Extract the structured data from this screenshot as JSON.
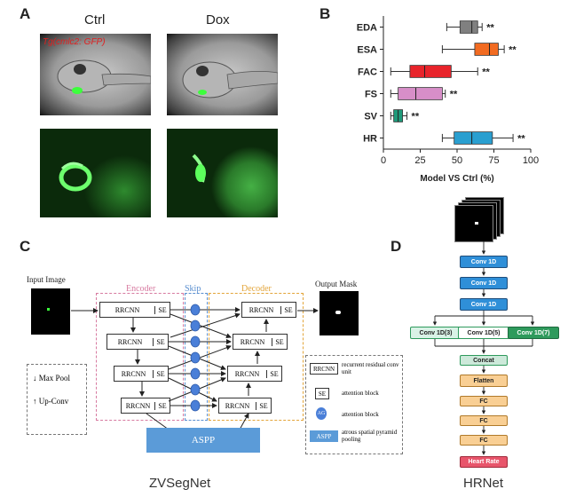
{
  "panels": {
    "a": "A",
    "b": "B",
    "c": "C",
    "d": "D"
  },
  "panel_a": {
    "col1": "Ctrl",
    "col2": "Dox",
    "transgene_label": "Tg(cmlc2: GFP)"
  },
  "panel_c": {
    "input_image": "Input Image",
    "output_mask": "Output Mask",
    "encoder": "Encoder",
    "skip": "Skip",
    "decoder": "Decoder",
    "rrcnn": "RRCNN",
    "se": "SE",
    "aspp": "ASPP",
    "ag": "AG",
    "legend_left": {
      "max_pool": "Max Pool",
      "up_conv": "Up-Conv"
    },
    "legend_right": {
      "rrcnn_desc": "recurrent residual conv unit",
      "se_desc": "attention block",
      "ag_desc": "attention block",
      "aspp_desc": "atrous spatial pyramid pooling"
    },
    "caption": "ZVSegNet"
  },
  "panel_d": {
    "layers": [
      "Conv 1D",
      "Conv 1D",
      "Conv 1D"
    ],
    "branches": [
      "Conv 1D(3)",
      "Conv 1D(5)",
      "Conv 1D(7)"
    ],
    "concat": "Concat",
    "flatten": "Flatten",
    "fc": [
      "FC",
      "FC",
      "FC"
    ],
    "output": "Heart Rate",
    "caption": "HRNet",
    "colors": {
      "conv": "#2f8fd8",
      "branch_light": "#d9f2e6",
      "branch_dark": "#2e9a5c",
      "concat": "#cde9da",
      "fc": "#f9cf94",
      "output": "#e8556b"
    }
  },
  "chart_data": {
    "type": "box",
    "orientation": "horizontal",
    "categories": [
      "EDA",
      "ESA",
      "FAC",
      "FS",
      "SV",
      "HR"
    ],
    "xlabel": "Model VS Ctrl (%)",
    "xlim": [
      0,
      100
    ],
    "xticks": [
      0,
      25,
      50,
      75,
      100
    ],
    "significance": "**",
    "series": [
      {
        "category": "EDA",
        "min": 43,
        "q1": 52,
        "median": 60,
        "q3": 64,
        "max": 67,
        "color": "#808080"
      },
      {
        "category": "ESA",
        "min": 40,
        "q1": 62,
        "median": 72,
        "q3": 78,
        "max": 82,
        "color": "#f26b21"
      },
      {
        "category": "FAC",
        "min": 5,
        "q1": 18,
        "median": 28,
        "q3": 46,
        "max": 64,
        "color": "#e8242b"
      },
      {
        "category": "FS",
        "min": 5,
        "q1": 10,
        "median": 22,
        "q3": 40,
        "max": 42,
        "color": "#d78ec8"
      },
      {
        "category": "SV",
        "min": 5,
        "q1": 7,
        "median": 10,
        "q3": 13,
        "max": 16,
        "color": "#1e9a7a"
      },
      {
        "category": "HR",
        "min": 40,
        "q1": 48,
        "median": 60,
        "q3": 74,
        "max": 88,
        "color": "#2a9fd0"
      }
    ]
  }
}
